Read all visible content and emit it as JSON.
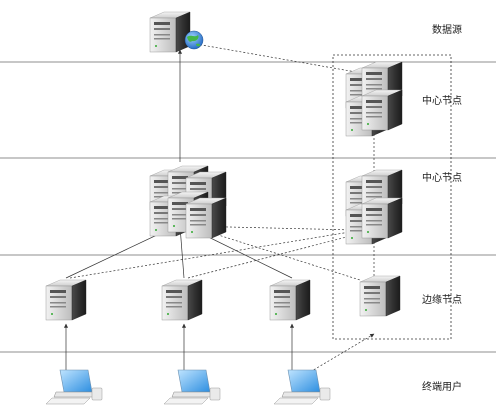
{
  "tiers": {
    "data_source": "数据源",
    "center_node_1": "中心节点",
    "center_node_2": "中心节点",
    "edge_node": "边缘节点",
    "end_user": "终端用户"
  },
  "icons": {
    "server": "server-icon",
    "globe": "globe-icon",
    "computer": "computer-icon"
  },
  "colors": {
    "line": "#333333",
    "tier_divider": "#555555",
    "server_light": "#d9d9d9",
    "server_dark": "#3a3a3a",
    "globe_blue": "#2f7fd6",
    "globe_green": "#45b649"
  }
}
